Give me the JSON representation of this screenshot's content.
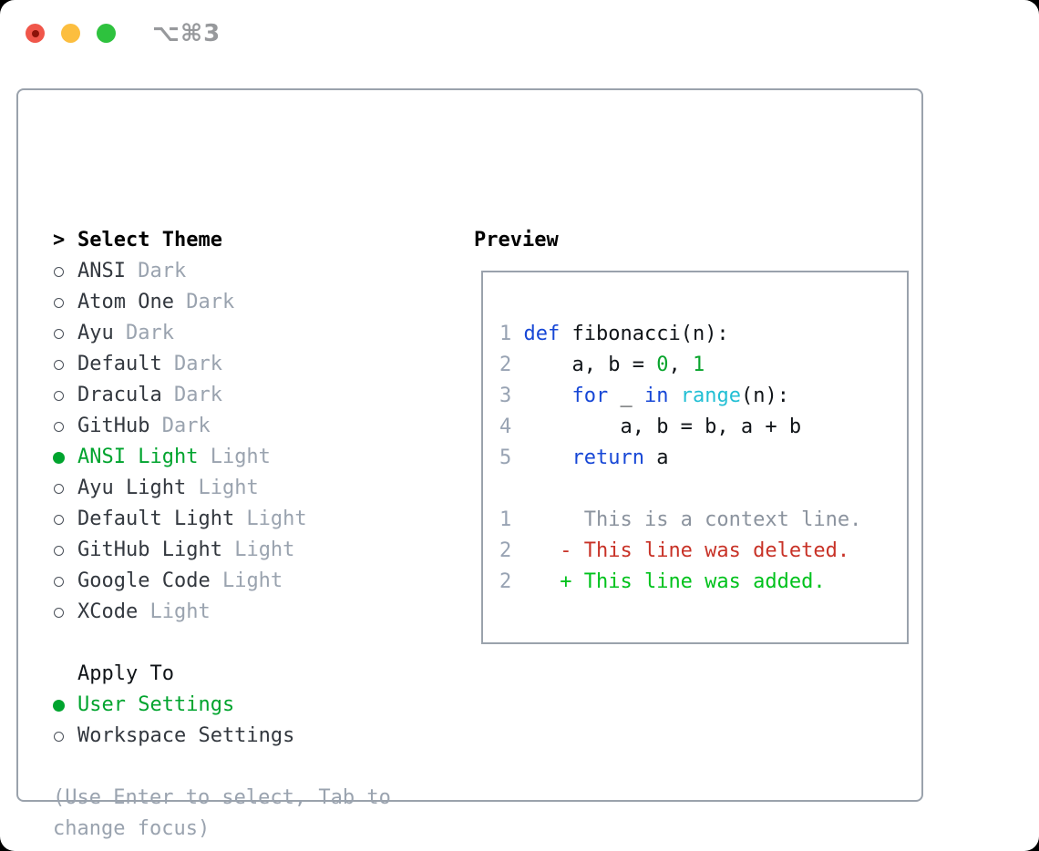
{
  "window": {
    "title_shortcut": "⌥⌘3",
    "traffic_lights": [
      "close",
      "minimize",
      "zoom"
    ]
  },
  "theme_panel": {
    "cursor": ">",
    "header": "Select Theme",
    "items": [
      {
        "name": "ANSI",
        "variant": "Dark",
        "selected": false
      },
      {
        "name": "Atom One",
        "variant": "Dark",
        "selected": false
      },
      {
        "name": "Ayu",
        "variant": "Dark",
        "selected": false
      },
      {
        "name": "Default",
        "variant": "Dark",
        "selected": false
      },
      {
        "name": "Dracula",
        "variant": "Dark",
        "selected": false
      },
      {
        "name": "GitHub",
        "variant": "Dark",
        "selected": false
      },
      {
        "name": "ANSI Light",
        "variant": "Light",
        "selected": true
      },
      {
        "name": "Ayu Light",
        "variant": "Light",
        "selected": false
      },
      {
        "name": "Default Light",
        "variant": "Light",
        "selected": false
      },
      {
        "name": "GitHub Light",
        "variant": "Light",
        "selected": false
      },
      {
        "name": "Google Code",
        "variant": "Light",
        "selected": false
      },
      {
        "name": "XCode",
        "variant": "Light",
        "selected": false
      }
    ],
    "apply_to": {
      "header": "Apply To",
      "options": [
        {
          "label": "User Settings",
          "selected": true
        },
        {
          "label": "Workspace Settings",
          "selected": false
        }
      ]
    },
    "help_line1": "(Use Enter to select, Tab to",
    "help_line2": "change focus)"
  },
  "preview": {
    "header": "Preview",
    "lines": [
      {
        "num": "1",
        "segments": [
          {
            "t": "def",
            "c": "keyword"
          },
          {
            "t": " fibonacci(n):",
            "c": "plain"
          }
        ]
      },
      {
        "num": "2",
        "segments": [
          {
            "t": "    a, b = ",
            "c": "plain"
          },
          {
            "t": "0",
            "c": "number"
          },
          {
            "t": ", ",
            "c": "plain"
          },
          {
            "t": "1",
            "c": "number"
          }
        ]
      },
      {
        "num": "3",
        "segments": [
          {
            "t": "    ",
            "c": "plain"
          },
          {
            "t": "for",
            "c": "keyword"
          },
          {
            "t": " _ ",
            "c": "plain"
          },
          {
            "t": "in",
            "c": "keyword"
          },
          {
            "t": " ",
            "c": "plain"
          },
          {
            "t": "range",
            "c": "builtin"
          },
          {
            "t": "(n):",
            "c": "plain"
          }
        ]
      },
      {
        "num": "4",
        "segments": [
          {
            "t": "        a, b = b, a + b",
            "c": "plain"
          }
        ]
      },
      {
        "num": "5",
        "segments": [
          {
            "t": "    ",
            "c": "plain"
          },
          {
            "t": "return",
            "c": "keyword"
          },
          {
            "t": " a",
            "c": "plain"
          }
        ]
      },
      {
        "num": "",
        "segments": []
      },
      {
        "num": "1",
        "segments": [
          {
            "t": "     This is a context line.",
            "c": "context"
          }
        ]
      },
      {
        "num": "2",
        "segments": [
          {
            "t": "   - This line was deleted.",
            "c": "deleted"
          }
        ]
      },
      {
        "num": "2",
        "segments": [
          {
            "t": "   + This line was added.",
            "c": "added"
          }
        ]
      }
    ]
  },
  "colors": {
    "accent_green": "#00a42e",
    "added_green": "#00c21c",
    "deleted_red": "#c83227",
    "keyword_blue": "#1747d6",
    "builtin_cyan": "#22bfd4",
    "number_green": "#09a42d",
    "text_dark": "#33383f",
    "text_black": "#101418",
    "muted_gray": "#9aa3af",
    "gutter_gray": "#98a3b3",
    "context_gray": "#8b939e",
    "border_gray": "#9aa2ac",
    "radio_gray": "#4a5059",
    "title_gray": "#97999c",
    "traffic_red": "#f0564a",
    "traffic_red_dot": "#8c1309",
    "traffic_yellow": "#fcbe3f",
    "traffic_green": "#2ec23e",
    "window_bg": "#ffffff",
    "page_bg": "#000000"
  }
}
